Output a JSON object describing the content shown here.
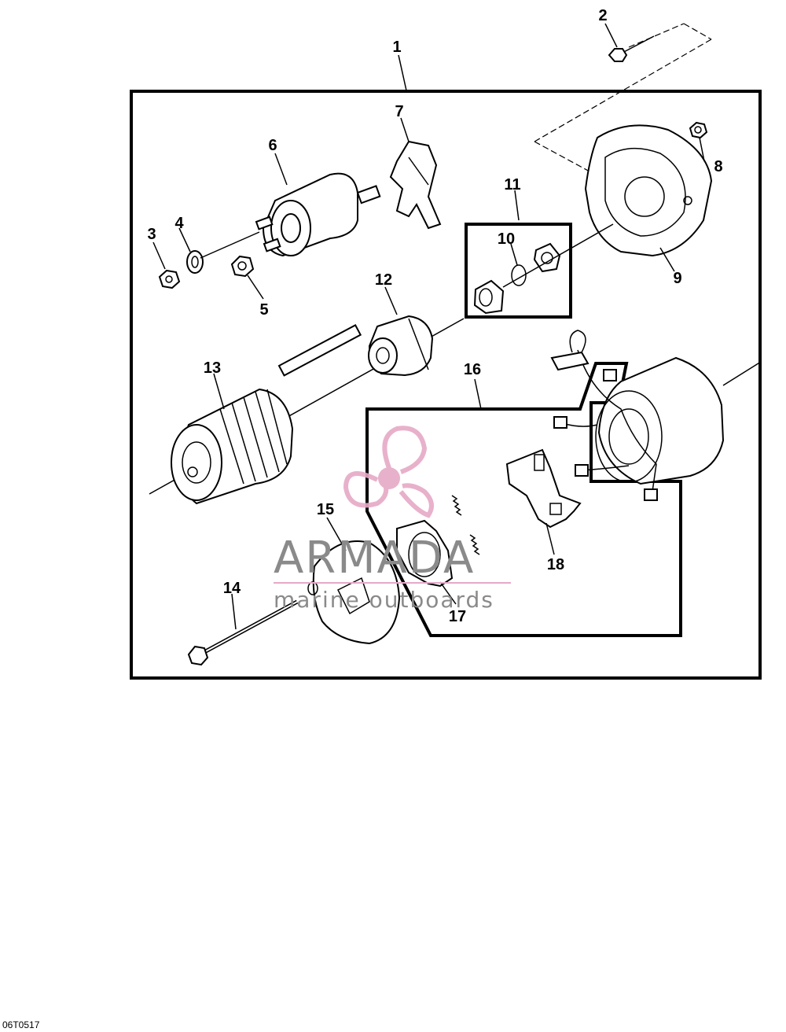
{
  "callouts": [
    {
      "id": "1",
      "label": "1"
    },
    {
      "id": "2",
      "label": "2"
    },
    {
      "id": "3",
      "label": "3"
    },
    {
      "id": "4",
      "label": "4"
    },
    {
      "id": "5",
      "label": "5"
    },
    {
      "id": "6",
      "label": "6"
    },
    {
      "id": "7",
      "label": "7"
    },
    {
      "id": "8",
      "label": "8"
    },
    {
      "id": "9",
      "label": "9"
    },
    {
      "id": "10",
      "label": "10"
    },
    {
      "id": "11",
      "label": "11"
    },
    {
      "id": "12",
      "label": "12"
    },
    {
      "id": "13",
      "label": "13"
    },
    {
      "id": "14",
      "label": "14"
    },
    {
      "id": "15",
      "label": "15"
    },
    {
      "id": "16",
      "label": "16"
    },
    {
      "id": "17",
      "label": "17"
    },
    {
      "id": "18",
      "label": "18"
    }
  ],
  "watermark": {
    "brand": "ARMADA",
    "tagline": "marine outboards",
    "color": "#e6a9c6"
  },
  "figure_code": "06T0517"
}
